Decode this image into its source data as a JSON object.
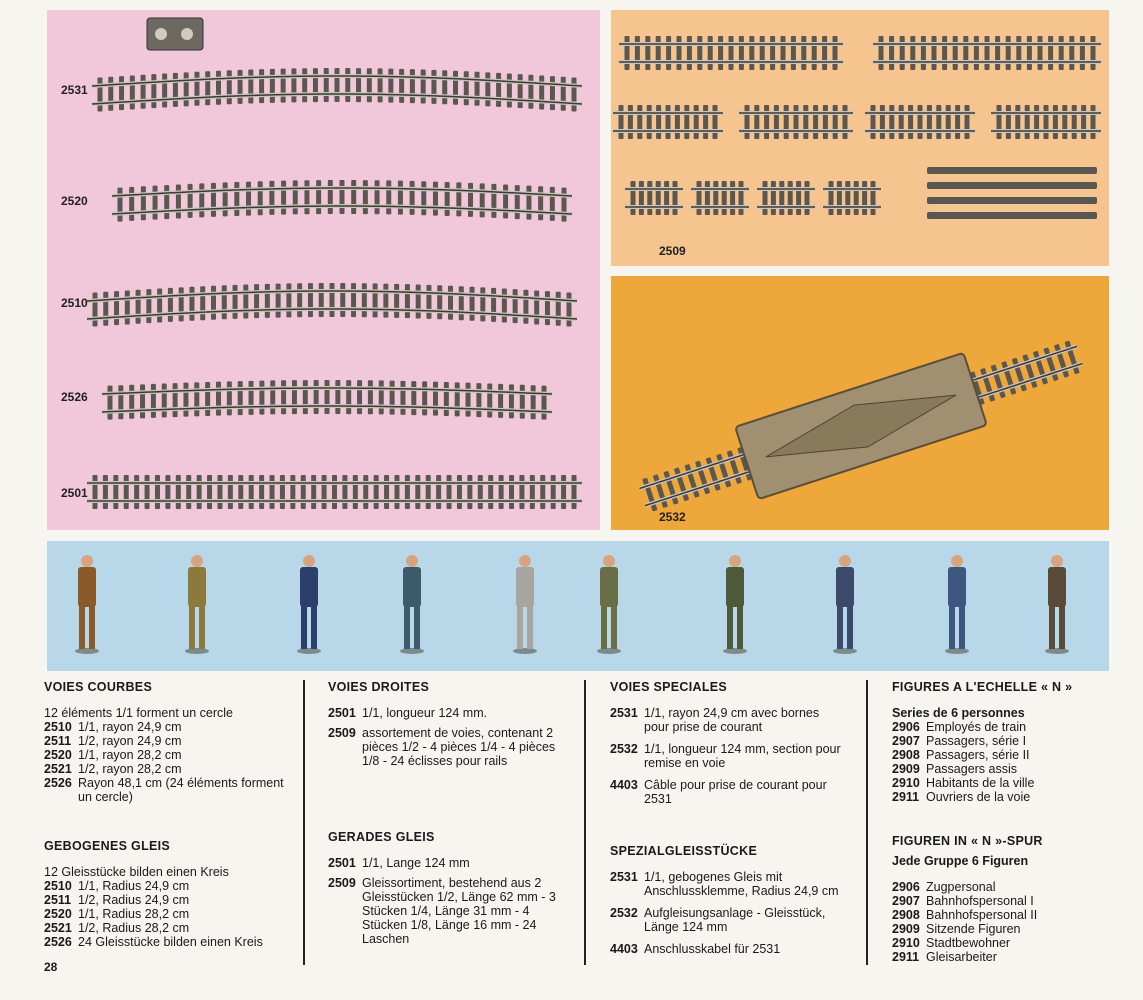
{
  "panels": {
    "curves": {
      "labels": [
        "2531",
        "2520",
        "2510",
        "2526",
        "2501"
      ]
    },
    "straight": {
      "label": "2509"
    },
    "uncoupler": {
      "label": "2532"
    }
  },
  "columns": {
    "courbes": {
      "title": "VOIES COURBES",
      "intro": "12 éléments 1/1 forment un cercle",
      "items": [
        {
          "n": "2510",
          "t": "1/1, rayon 24,9 cm"
        },
        {
          "n": "2511",
          "t": "1/2, rayon 24,9 cm"
        },
        {
          "n": "2520",
          "t": "1/1, rayon 28,2 cm"
        },
        {
          "n": "2521",
          "t": "1/2, rayon 28,2 cm"
        },
        {
          "n": "2526",
          "t": "Rayon 48,1 cm (24 éléments forment un cercle)"
        }
      ]
    },
    "gebogenes": {
      "title": "GEBOGENES GLEIS",
      "intro": "12 Gleisstücke bilden einen Kreis",
      "items": [
        {
          "n": "2510",
          "t": "1/1, Radius 24,9 cm"
        },
        {
          "n": "2511",
          "t": "1/2, Radius 24,9 cm"
        },
        {
          "n": "2520",
          "t": "1/1, Radius 28,2 cm"
        },
        {
          "n": "2521",
          "t": "1/2, Radius 28,2 cm"
        },
        {
          "n": "2526",
          "t": "24 Gleisstücke bilden einen Kreis"
        }
      ]
    },
    "droites": {
      "title": "VOIES DROITES",
      "items": [
        {
          "n": "2501",
          "t": "1/1, longueur 124 mm."
        },
        {
          "n": "2509",
          "t": "assortement de voies, contenant 2 pièces 1/2 - 4 pièces 1/4 - 4 pièces 1/8 - 24 éclisses pour rails"
        }
      ]
    },
    "gerades": {
      "title": "GERADES GLEIS",
      "items": [
        {
          "n": "2501",
          "t": "1/1, Lange 124 mm"
        },
        {
          "n": "2509",
          "t": "Gleissortiment, bestehend aus 2 Gleisstücken 1/2, Länge 62 mm - 3 Stücken 1/4, Länge 31 mm - 4 Stücken 1/8, Länge 16 mm - 24 Laschen"
        }
      ]
    },
    "speciales": {
      "title": "VOIES SPECIALES",
      "items": [
        {
          "n": "2531",
          "t": "1/1, rayon 24,9 cm avec bornes pour prise de courant"
        },
        {
          "n": "2532",
          "t": "1/1, longueur 124 mm, section pour remise en voie"
        },
        {
          "n": "4403",
          "t": "Câble pour prise de courant pour 2531"
        }
      ]
    },
    "spezial": {
      "title": "SPEZIALGLEISSTÜCKE",
      "items": [
        {
          "n": "2531",
          "t": "1/1, gebogenes Gleis mit Anschlussklemme, Radius 24,9 cm"
        },
        {
          "n": "2532",
          "t": "Aufgleisungsanlage - Gleisstück, Länge 124 mm"
        },
        {
          "n": "4403",
          "t": "Anschlusskabel für 2531"
        }
      ]
    },
    "figures": {
      "title": "FIGURES A L'ECHELLE « N »",
      "sub": "Series de 6 personnes",
      "items": [
        {
          "n": "2906",
          "t": "Employés de train"
        },
        {
          "n": "2907",
          "t": "Passagers, série I"
        },
        {
          "n": "2908",
          "t": "Passagers, série II"
        },
        {
          "n": "2909",
          "t": "Passagers assis"
        },
        {
          "n": "2910",
          "t": "Habitants de la ville"
        },
        {
          "n": "2911",
          "t": "Ouvriers de la voie"
        }
      ]
    },
    "figuren": {
      "title": "FIGUREN IN « N »-SPUR",
      "sub": "Jede Gruppe 6 Figuren",
      "items": [
        {
          "n": "2906",
          "t": "Zugpersonal"
        },
        {
          "n": "2907",
          "t": "Bahnhofspersonal I"
        },
        {
          "n": "2908",
          "t": "Bahnhofspersonal II"
        },
        {
          "n": "2909",
          "t": "Sitzende Figuren"
        },
        {
          "n": "2910",
          "t": "Stadtbewohner"
        },
        {
          "n": "2911",
          "t": "Gleisarbeiter"
        }
      ]
    }
  },
  "page_number": "28",
  "colors": {
    "curves_bg": "#f1c8d9",
    "straight_bg": "#f6c48e",
    "uncoupler_bg": "#eda73b",
    "figures_bg": "#b8d8ea",
    "track": "#5a5650"
  }
}
